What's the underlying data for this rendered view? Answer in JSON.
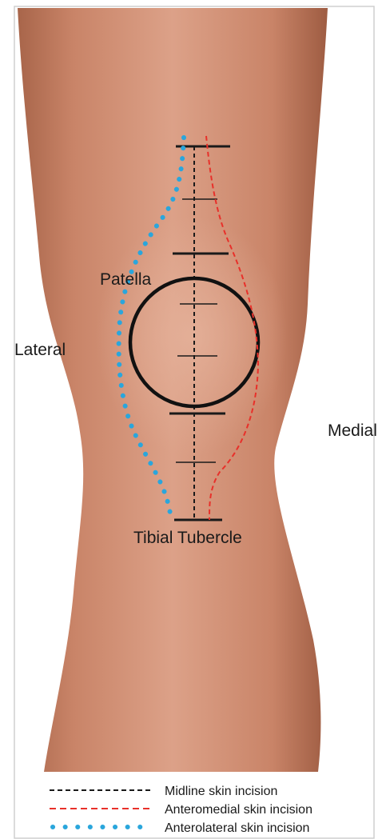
{
  "labels": {
    "patella": "Patella",
    "lateral": "Lateral",
    "medial": "Medial",
    "tibial_tubercle": "Tibial Tubercle"
  },
  "legend": [
    {
      "label": "Midline skin incision",
      "style": "dashed",
      "color": "#1a1a1a"
    },
    {
      "label": "Anteromedial skin incision",
      "style": "dashed",
      "color": "#e8302a"
    },
    {
      "label": "Anterolateral skin incision",
      "style": "dotted",
      "color": "#2aa6dc"
    }
  ],
  "colors": {
    "skin": "#c98a6e",
    "midline": "#1a1a1a",
    "anteromedial": "#e8302a",
    "anterolateral": "#2aa6dc"
  }
}
